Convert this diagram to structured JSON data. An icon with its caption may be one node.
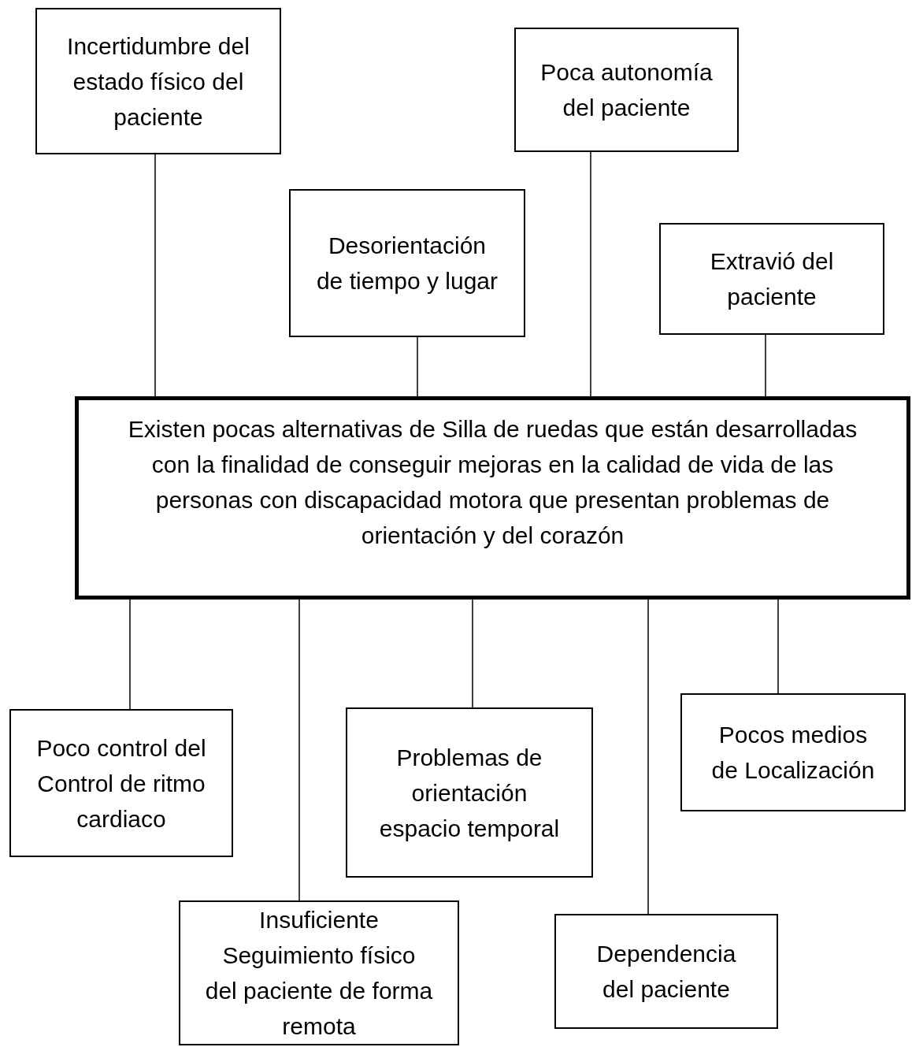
{
  "diagram": {
    "nodes": [
      {
        "text": [
          "Incertidumbre del estado físico del paciente"
        ]
      },
      {
        "text": [
          "Poca autonomía del paciente"
        ]
      },
      {
        "text": [
          "Desorientación de tiempo y lugar"
        ]
      },
      {
        "text": [
          "Extravió del paciente"
        ]
      },
      {
        "text": [
          "Existen pocas alternativas de Silla de ruedas que están desarrolladas con la finalidad de conseguir mejoras en la calidad de vida de las personas con discapacidad motora que presentan problemas de orientación y del corazón"
        ]
      },
      {
        "text": [
          "Poco control del Control de ritmo cardiaco"
        ]
      },
      {
        "text": [
          "Problemas de orientación espacio temporal"
        ]
      },
      {
        "text": [
          "Pocos medios de Localización"
        ]
      },
      {
        "text": [
          "Insuficiente Seguimiento físico del paciente de forma remota"
        ]
      },
      {
        "text": [
          "Dependencia del paciente"
        ]
      }
    ],
    "edges": [
      {
        "from": 0,
        "to": 4,
        "arrow": "none"
      },
      {
        "from": 2,
        "to": 4,
        "arrow": "none"
      },
      {
        "from": 1,
        "to": 4,
        "arrow": "none"
      },
      {
        "from": 3,
        "to": 4,
        "arrow": "none"
      },
      {
        "from": 4,
        "to": 5,
        "arrow": "none"
      },
      {
        "from": 4,
        "to": 8,
        "arrow": "none"
      },
      {
        "from": 4,
        "to": 6,
        "arrow": "none"
      },
      {
        "from": 4,
        "to": 9,
        "arrow": "none"
      },
      {
        "from": 4,
        "to": 7,
        "arrow": "none"
      }
    ]
  }
}
